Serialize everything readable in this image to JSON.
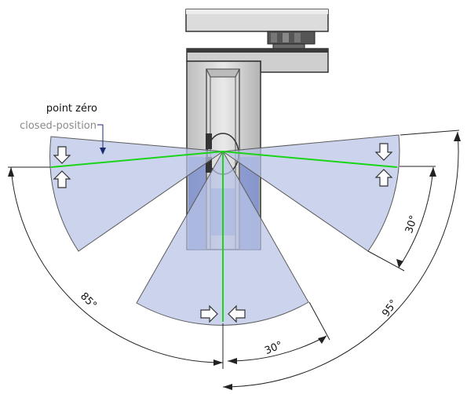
{
  "labels": {
    "point_zero": "point zéro",
    "closed_position": "closed-position"
  },
  "angles": {
    "left_total": "85°",
    "right_total": "95°",
    "right_small": "30°",
    "bottom_small": "30°"
  },
  "colors": {
    "sector_fill": "#b9c3e6",
    "sector_stroke": "#5a5a5a",
    "green_line": "#19d419",
    "arrow_line": "#1d2a6e",
    "hinge_body": "#cfcfcf",
    "hinge_dark": "#4a4a4a",
    "gray_label": "#8a8a8a"
  },
  "icons": {
    "compression": "compression-arrows-icon"
  }
}
